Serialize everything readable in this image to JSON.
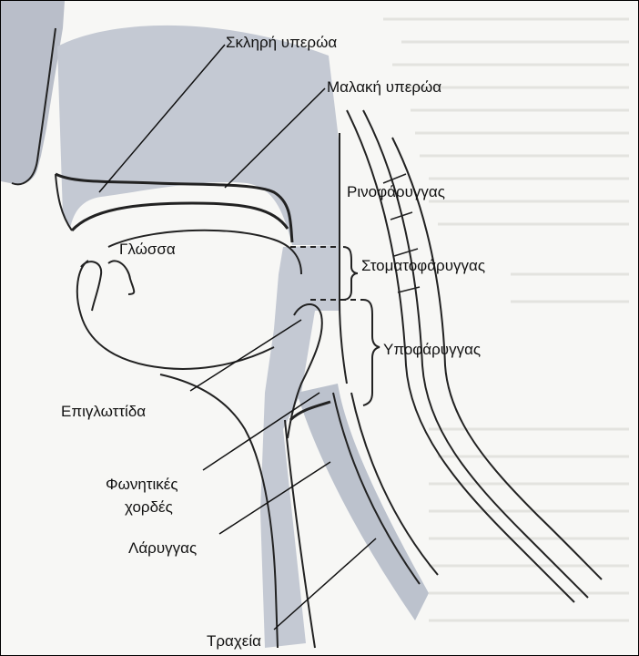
{
  "diagram": {
    "labels": {
      "hard_palate": "Σκληρή υπερώα",
      "soft_palate": "Μαλακή υπερώα",
      "nasopharynx": "Ρινοφάρυγγας",
      "tongue": "Γλώσσα",
      "oropharynx": "Στοματοφάρυγγας",
      "laryngopharynx": "Υποφάρυγγας",
      "epiglottis": "Επιγλωττίδα",
      "vocal_cords_line1": "Φωνητικές",
      "vocal_cords_line2": "χορδές",
      "larynx": "Λάρυγγας",
      "trachea": "Τραχεία"
    }
  }
}
